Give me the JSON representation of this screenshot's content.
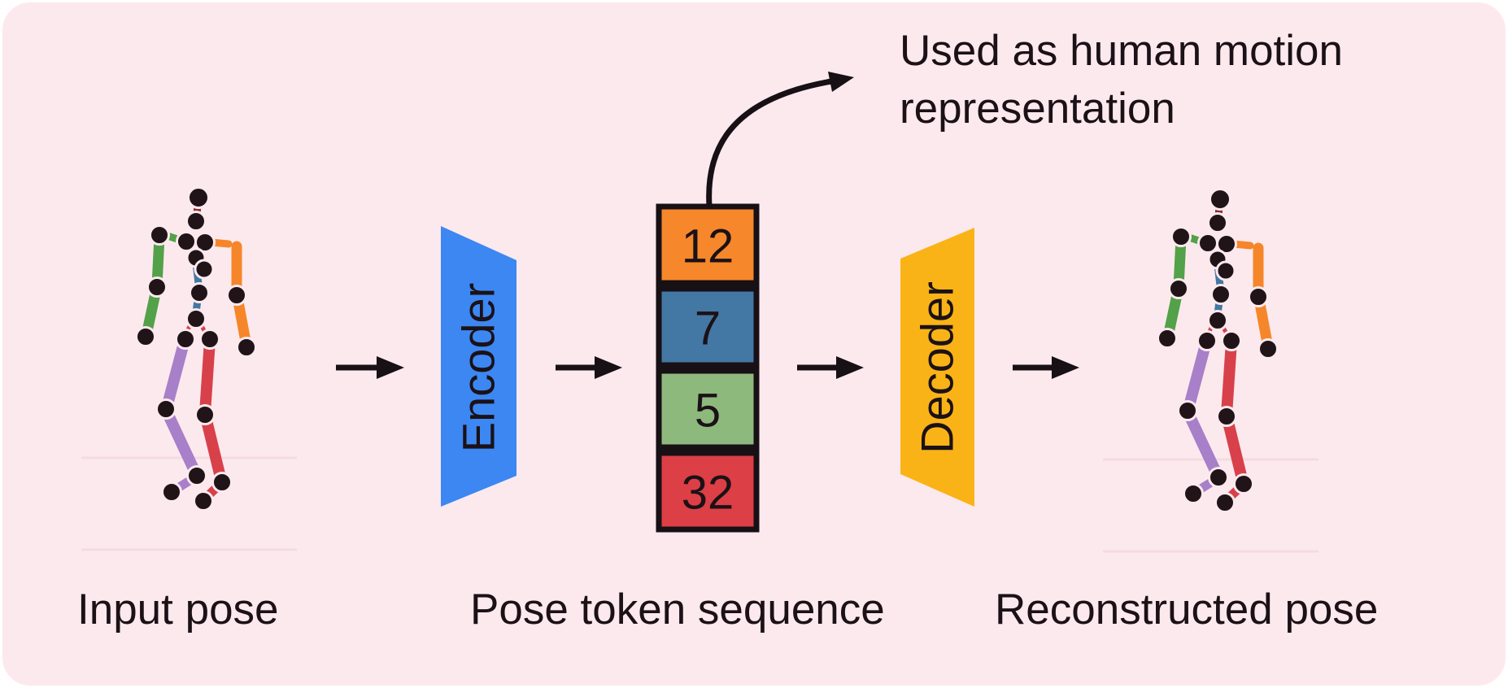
{
  "colors": {
    "outer_bg": "#ffffff",
    "panel_bg": "#fce9ee",
    "ink": "#1b1116",
    "stroke": "#171015",
    "encoder": "#3c87f2",
    "decoder": "#fab316",
    "token_orange": "#f6872b",
    "token_blue": "#4377a4",
    "token_green": "#8db97d",
    "token_red": "#dc3f45",
    "skel_green": "#53a148",
    "skel_orange": "#f6862a",
    "skel_purple": "#a87fc9",
    "skel_red": "#d8414a",
    "skel_blue": "#4377a4",
    "skel_neck": "#8b2f2f",
    "joint": "#201418",
    "ground": "#f3dbe1"
  },
  "annotation": {
    "line1": "Used as human motion",
    "line2": "representation"
  },
  "encoder_label": "Encoder",
  "decoder_label": "Decoder",
  "tokens": {
    "values": [
      "12",
      "7",
      "5",
      "32"
    ]
  },
  "captions": {
    "input": "Input pose",
    "middle": "Pose token sequence",
    "output": "Reconstructed pose"
  }
}
